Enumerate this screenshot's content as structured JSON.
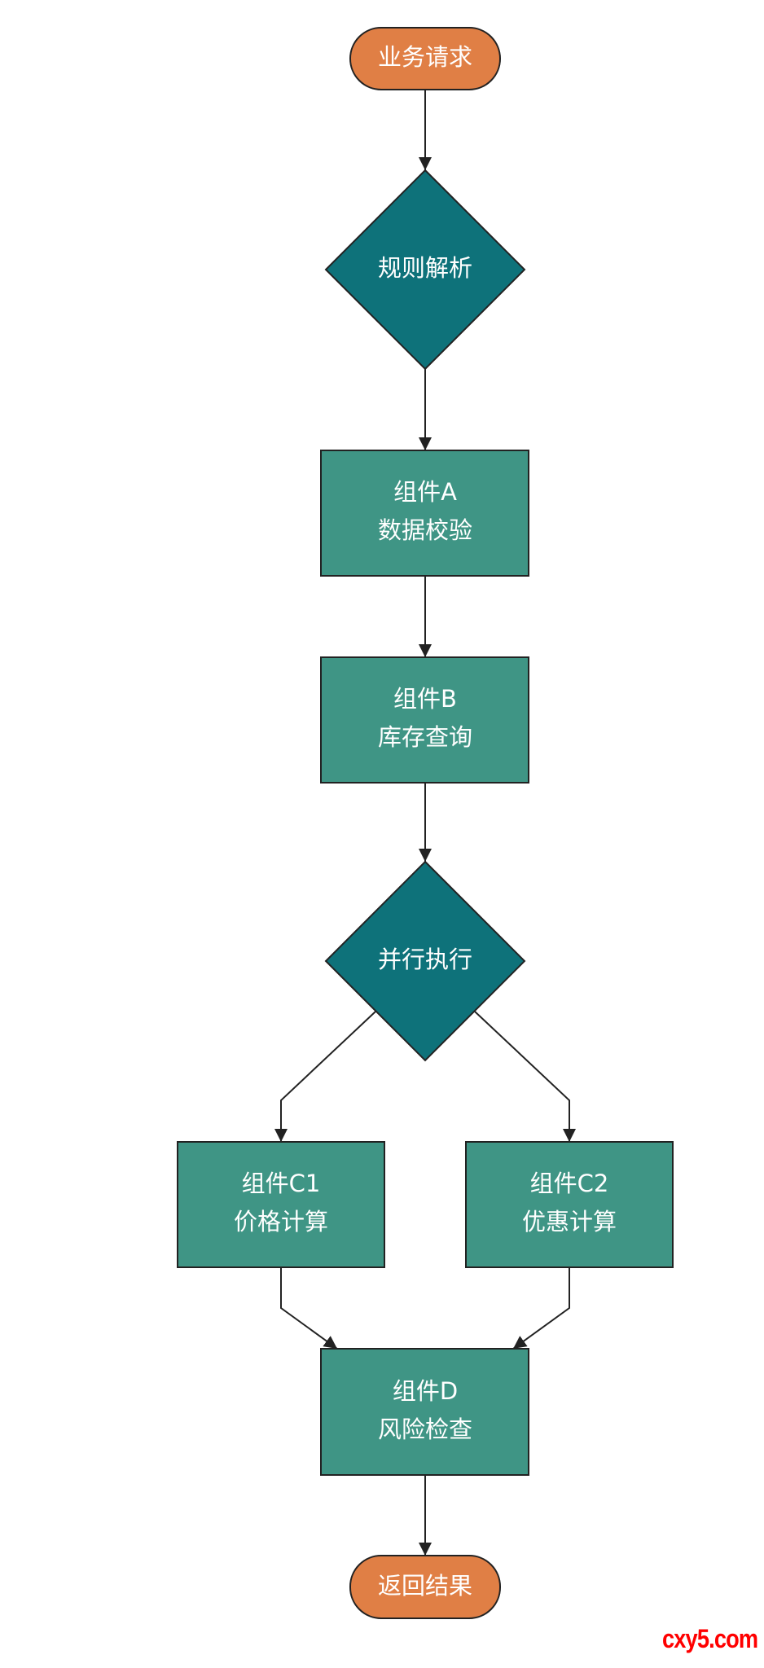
{
  "colors": {
    "terminal": "#E07F45",
    "decision": "#0E727A",
    "process": "#3F9585",
    "watermark": "#FF0000"
  },
  "nodes": {
    "start": {
      "label": "业务请求"
    },
    "parse": {
      "label": "规则解析"
    },
    "a": {
      "line1": "组件A",
      "line2": "数据校验"
    },
    "b": {
      "line1": "组件B",
      "line2": "库存查询"
    },
    "parallel": {
      "label": "并行执行"
    },
    "c1": {
      "line1": "组件C1",
      "line2": "价格计算"
    },
    "c2": {
      "line1": "组件C2",
      "line2": "优惠计算"
    },
    "d": {
      "line1": "组件D",
      "line2": "风险检查"
    },
    "end": {
      "label": "返回结果"
    }
  },
  "watermark": "cxy5.com"
}
